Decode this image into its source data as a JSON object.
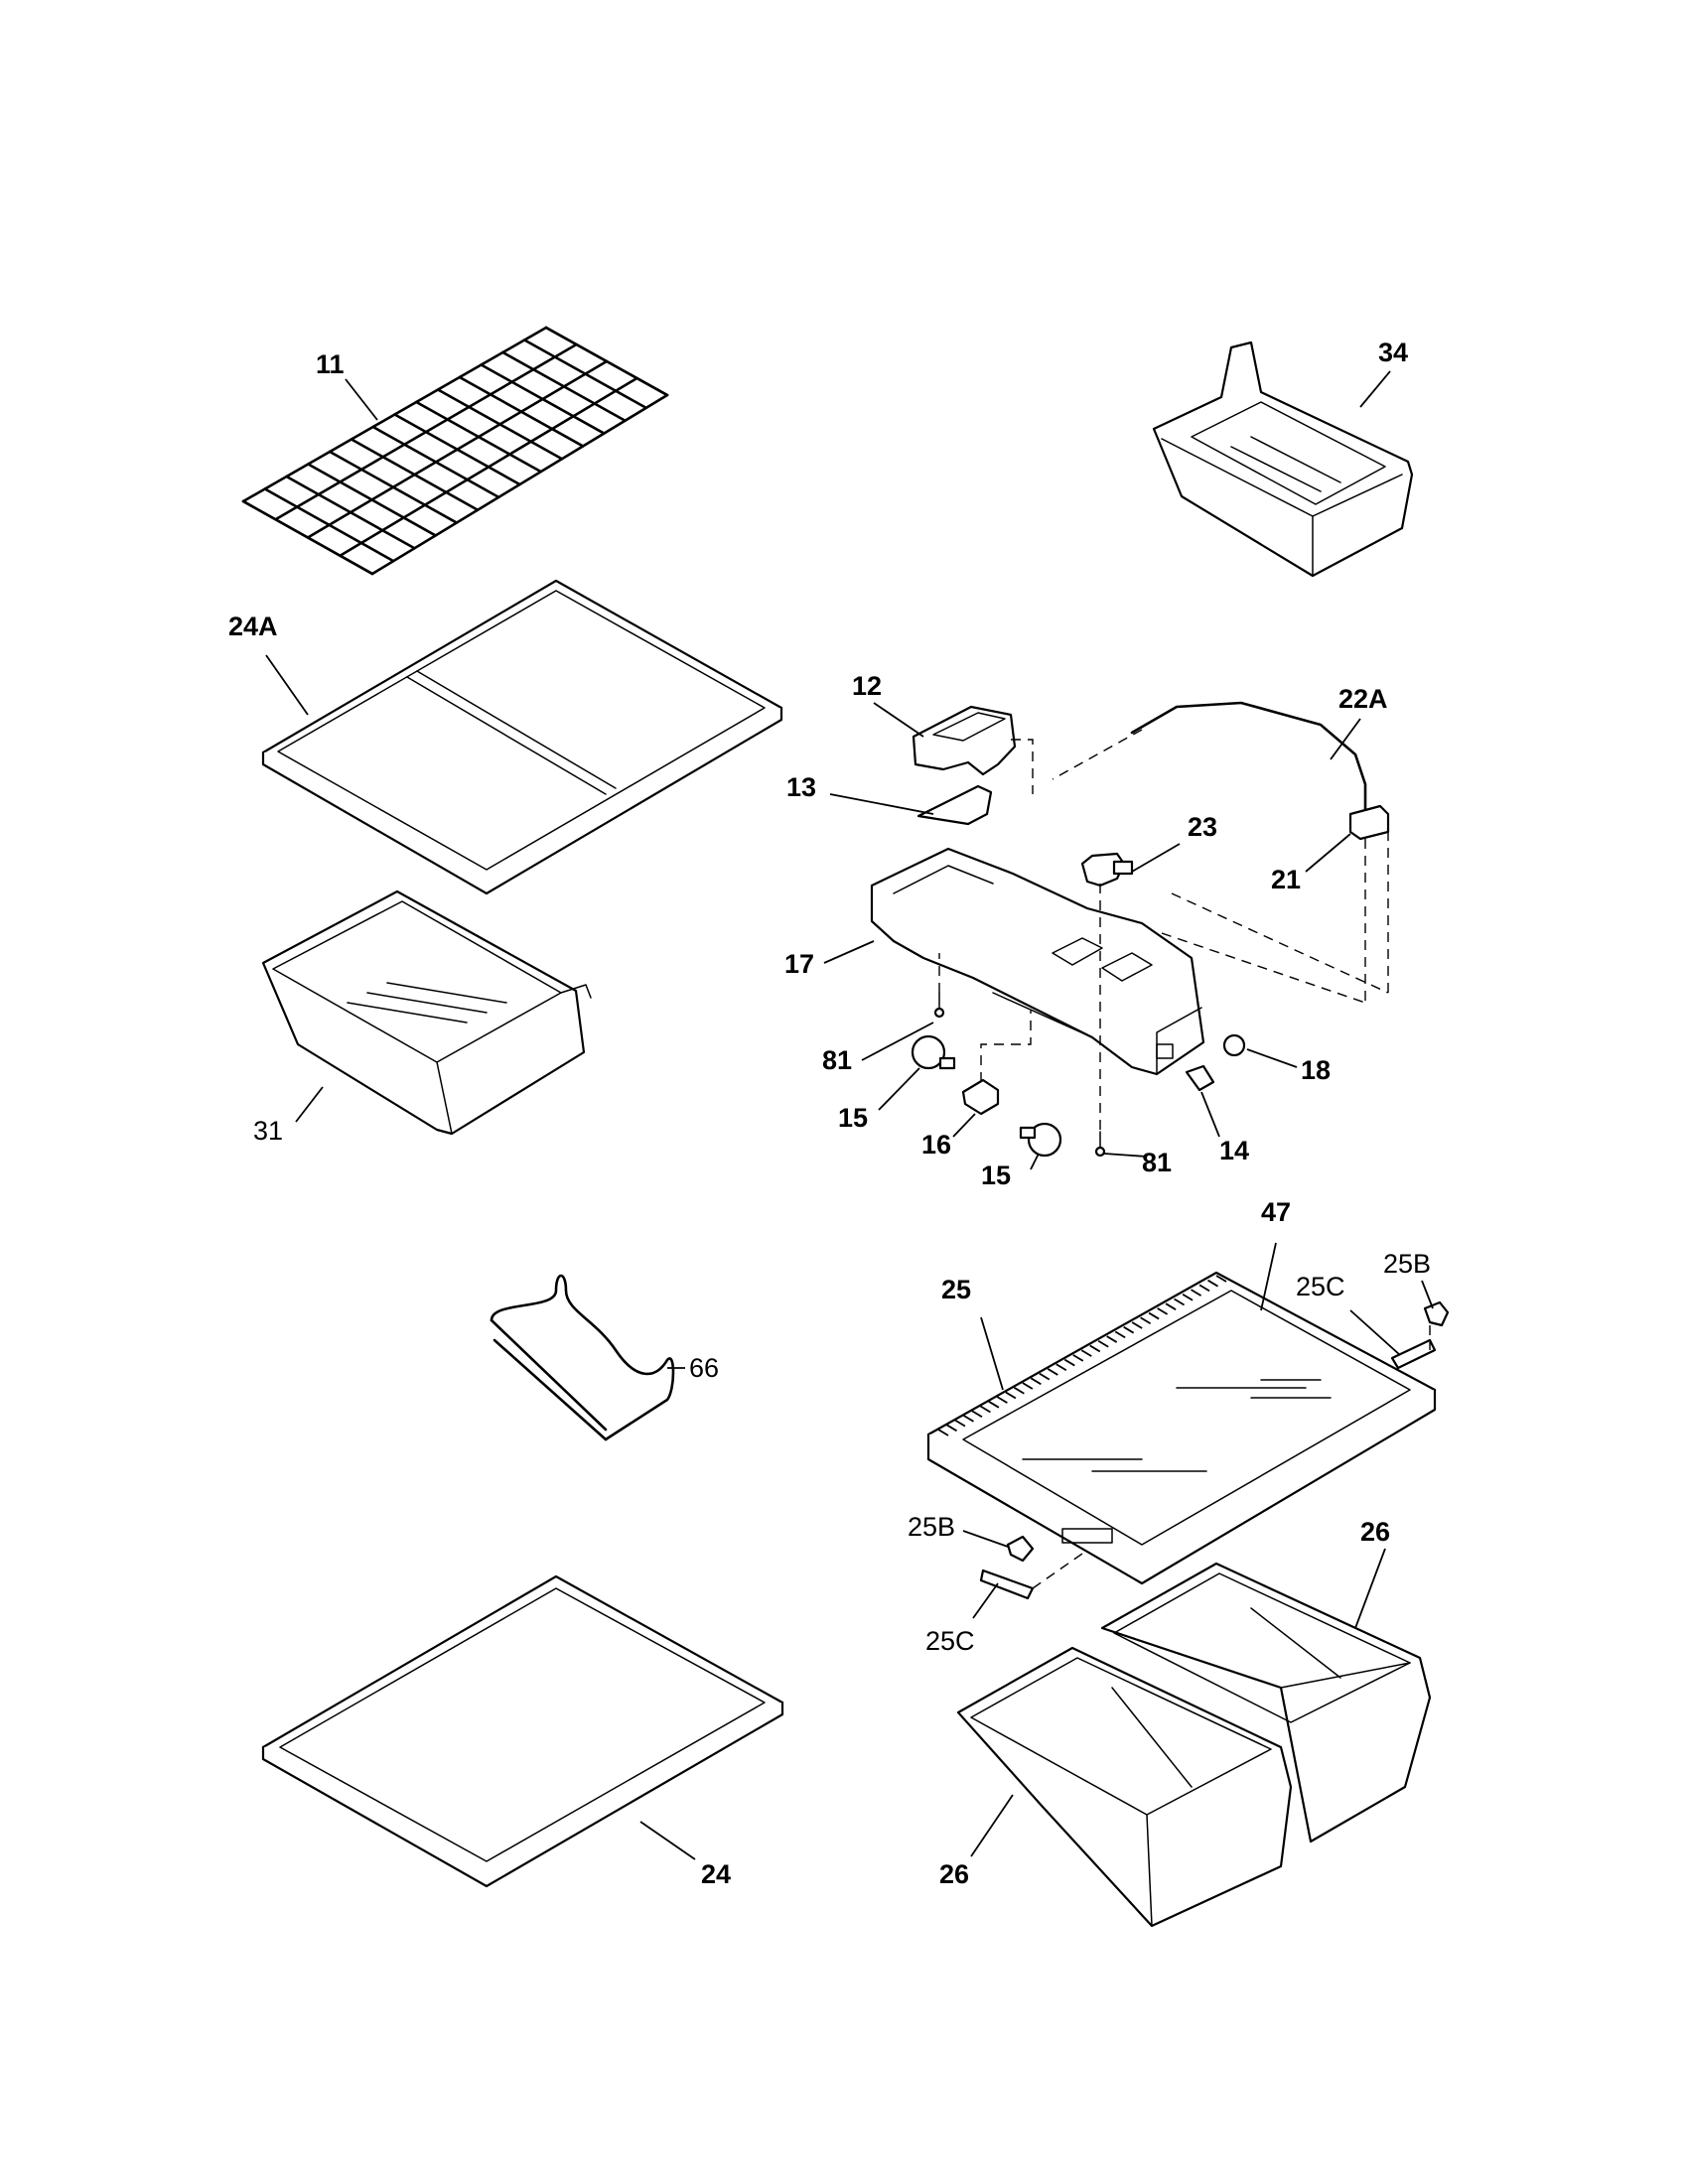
{
  "callouts": {
    "c11": "11",
    "c34": "34",
    "c24a": "24A",
    "c12": "12",
    "c22a": "22A",
    "c13": "13",
    "c23": "23",
    "c21": "21",
    "c17": "17",
    "c81a": "81",
    "c18": "18",
    "c15a": "15",
    "c16": "16",
    "c14": "14",
    "c15b": "15",
    "c81b": "81",
    "c31": "31",
    "c47": "47",
    "c25b_top": "25B",
    "c25c_top": "25C",
    "c25": "25",
    "c66": "66",
    "c25b_bot": "25B",
    "c26_right": "26",
    "c25c_bot": "25C",
    "c24": "24",
    "c26_left": "26"
  }
}
